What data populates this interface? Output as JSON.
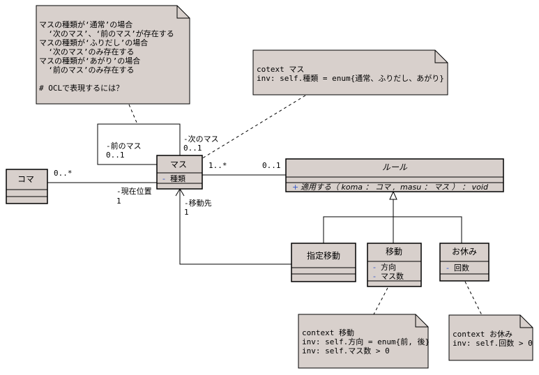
{
  "notes": {
    "top_left": {
      "lines": [
        "マスの種類が‘通常’の場合",
        "  ‘次のマス’、‘前のマス’が存在する",
        "マスの種類が‘ふりだし’の場合",
        "  ‘次のマス’のみ存在する",
        "マスの種類が‘あがり’の場合",
        "  ‘前のマス’のみ存在する",
        "",
        "# OCLで表現するには？"
      ]
    },
    "top_right": {
      "lines": [
        "cotext マス",
        "inv: self.種類 = enum{通常、ふりだし、あがり}"
      ]
    },
    "bottom_move": {
      "lines": [
        "context 移動",
        "inv: self.方向 = enum{前, 後}",
        "inv: self.マス数 > 0"
      ]
    },
    "bottom_rest": {
      "lines": [
        "context お休み",
        "inv: self.回数 > 0"
      ]
    }
  },
  "classes": {
    "koma": {
      "name": "コマ",
      "attrs": []
    },
    "masu": {
      "name": "マス",
      "attrs": [
        {
          "vis": "-",
          "name": "種類"
        }
      ]
    },
    "rule": {
      "name": "ルール",
      "ops": [
        {
          "vis": "+",
          "sig": "適用する（ koma ： コマ ,  masu ： マス ） ： void"
        }
      ]
    },
    "shitei": {
      "name": "指定移動",
      "attrs": []
    },
    "idou": {
      "name": "移動",
      "attrs": [
        {
          "vis": "-",
          "name": "方向"
        },
        {
          "vis": "-",
          "name": "マス数"
        }
      ]
    },
    "oyasumi": {
      "name": "お休み",
      "attrs": [
        {
          "vis": "-",
          "name": "回数"
        }
      ]
    }
  },
  "labels": {
    "prev_role": "-前のマス",
    "prev_mult": "0..1",
    "next_role": "-次のマス",
    "next_mult": "0..1",
    "koma_mult": "0..*",
    "current_role": "-現在位置",
    "current_mult": "1",
    "dest_role": "-移動先",
    "dest_mult": "1",
    "masu_rule_mult": "1..*",
    "rule_masu_mult": "0..1"
  },
  "colors": {
    "note_fill": "#d8d0cc",
    "class_fill": "#d8d0cc",
    "line": "#000000"
  }
}
